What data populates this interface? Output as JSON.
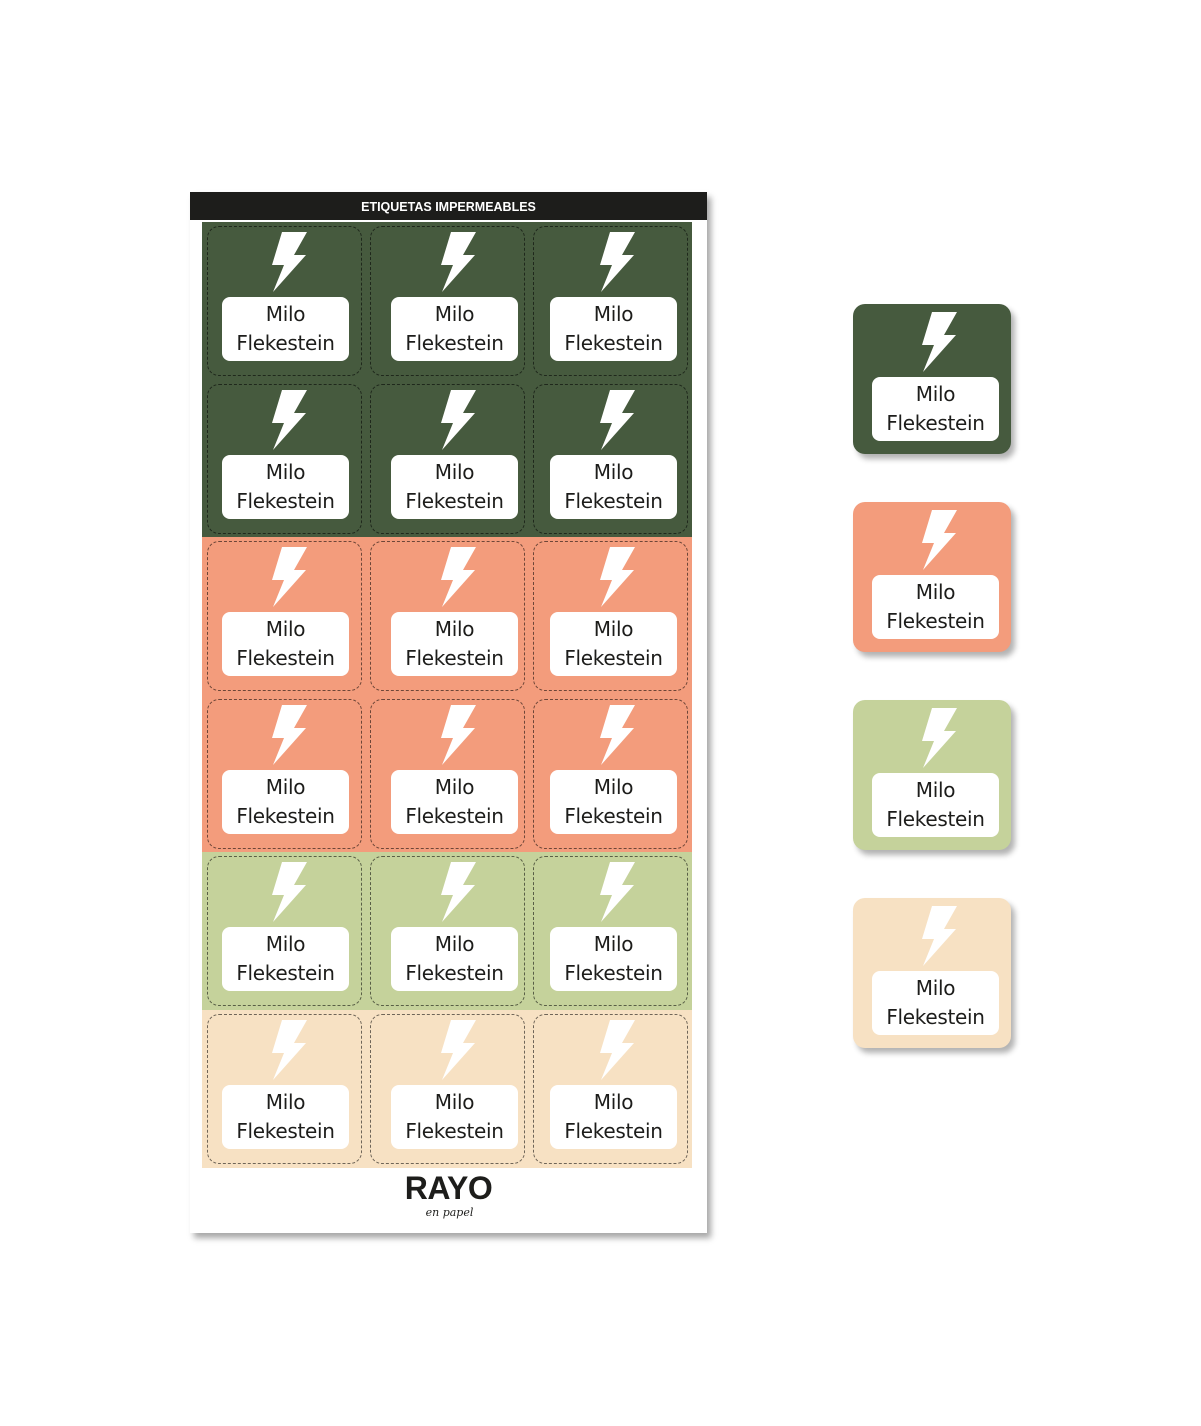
{
  "sheet": {
    "title": "ETIQUETAS IMPERMEABLES",
    "brand": {
      "name": "RAYO",
      "tagline": "en papel"
    }
  },
  "label_text": {
    "first_name": "Milo",
    "last_name": "Flekestein"
  },
  "icon": "lightning-bolt-icon",
  "colors": {
    "dark_green": "#465a3e",
    "salmon": "#f39c7c",
    "sage": "#c5d29b",
    "cream": "#f7e1c3",
    "header": "#1d1d1b"
  },
  "sheet_rows": [
    "dark_green",
    "dark_green",
    "salmon",
    "salmon",
    "sage",
    "cream"
  ],
  "sheet_columns": 3,
  "single_stickers": [
    "dark_green",
    "salmon",
    "sage",
    "cream"
  ]
}
